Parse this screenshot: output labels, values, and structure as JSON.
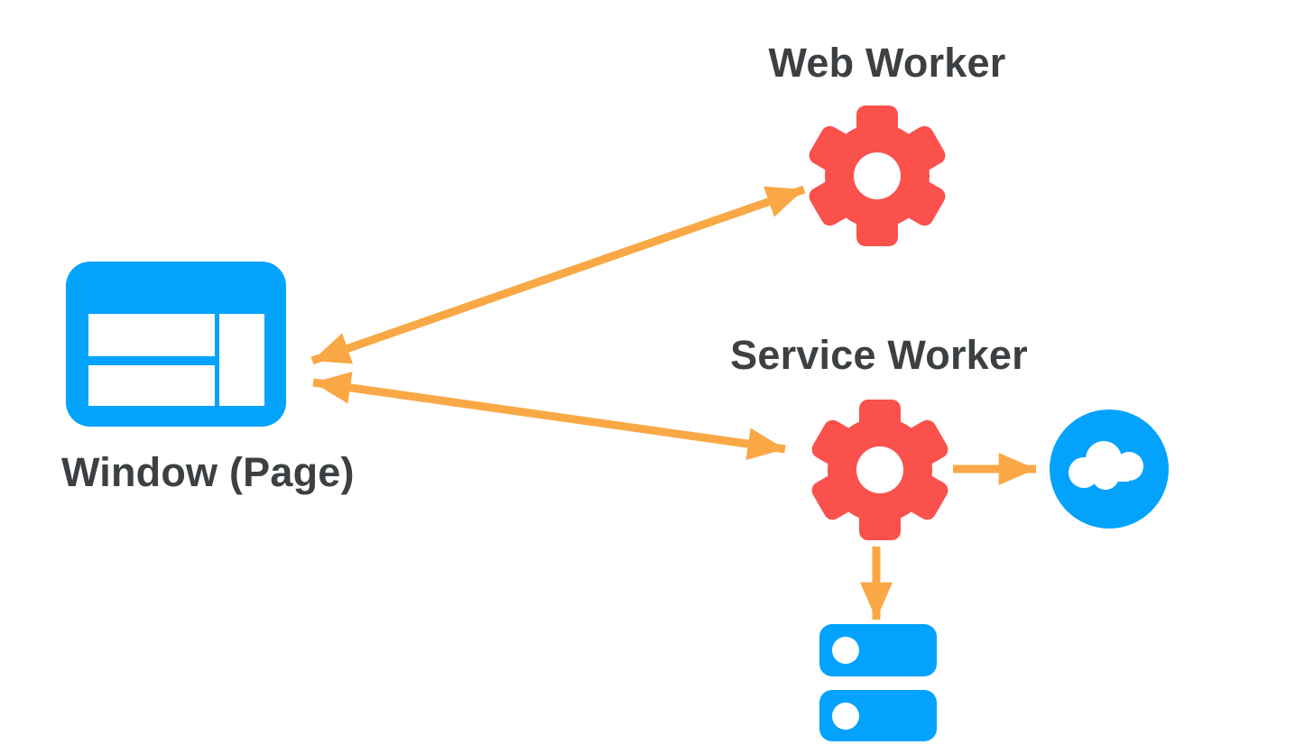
{
  "colors": {
    "background": "#ffffff",
    "text": "#3c4043",
    "red": "#fa514d",
    "blue": "#03a2fc",
    "orange": "#faa845",
    "white": "#ffffff"
  },
  "nodes": {
    "web_worker": {
      "label": "Web Worker",
      "icon": "gear-icon",
      "color": "#fa514d"
    },
    "service_worker": {
      "label": "Service Worker",
      "icon": "gear-icon",
      "color": "#fa514d"
    },
    "window_page": {
      "label": "Window (Page)",
      "icon": "browser-window-icon",
      "color": "#03a2fc"
    },
    "cloud": {
      "label": "",
      "icon": "cloud-icon",
      "color": "#03a2fc"
    },
    "storage": {
      "label": "",
      "icon": "database-stack-icon",
      "color": "#03a2fc"
    }
  },
  "edges": [
    {
      "from": "window_page",
      "to": "web_worker",
      "bidirectional": true
    },
    {
      "from": "window_page",
      "to": "service_worker",
      "bidirectional": true
    },
    {
      "from": "service_worker",
      "to": "cloud",
      "bidirectional": false
    },
    {
      "from": "service_worker",
      "to": "storage",
      "bidirectional": false
    }
  ]
}
